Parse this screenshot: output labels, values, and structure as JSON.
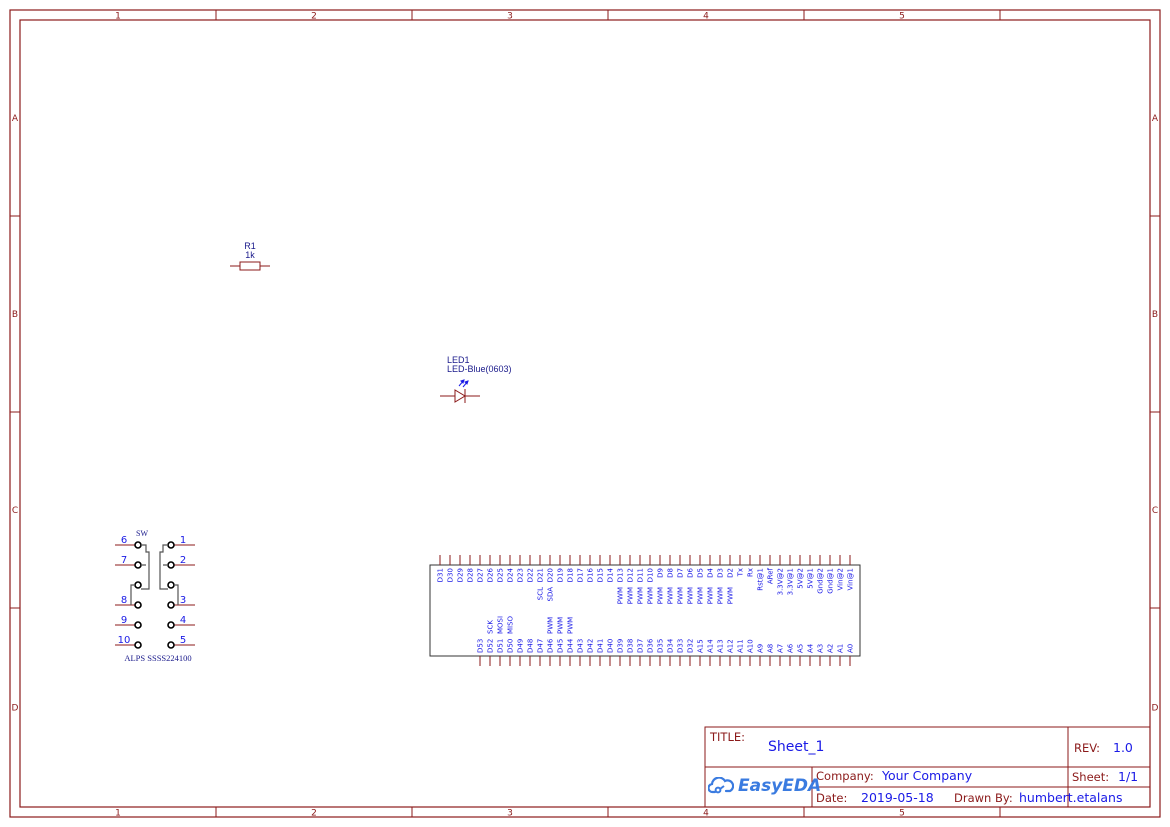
{
  "frame": {
    "border_color": "#8b1a1a",
    "column_labels": [
      "1",
      "2",
      "3",
      "4",
      "5"
    ],
    "row_labels": [
      "A",
      "B",
      "C",
      "D"
    ]
  },
  "components": {
    "resistor": {
      "designator": "R1",
      "value": "1k"
    },
    "led": {
      "designator": "LED1",
      "value": "LED-Blue(0603)"
    },
    "switch": {
      "designator": "SW",
      "part": "ALPS SSSS224100",
      "left_pins": [
        "6",
        "7",
        "8",
        "9",
        "10"
      ],
      "right_pins": [
        "1",
        "2",
        "3",
        "4",
        "5"
      ]
    },
    "header": {
      "top_pins": [
        "D31",
        "D30",
        "D29",
        "D28",
        "D27",
        "D26",
        "D25",
        "D24",
        "D23",
        "D22",
        "D21",
        "D20",
        "D19",
        "D18",
        "D17",
        "D16",
        "D15",
        "D14",
        "D13",
        "D12",
        "D11",
        "D10",
        "D9",
        "D8",
        "D7",
        "D6",
        "D5",
        "D4",
        "D3",
        "D2",
        "Tx",
        "Rx",
        "Rst@1",
        "ARef",
        "3.3V@2",
        "3.3V@1",
        "5V@2",
        "5V@1",
        "Gnd@2",
        "Gnd@1",
        "Vin@2",
        "Vin@1"
      ],
      "top_alt": {
        "D21": "SCL",
        "D20": "SDA",
        "D13": "PWM",
        "D12": "PWM",
        "D11": "PWM",
        "D10": "PWM",
        "D9": "PWM",
        "D8": "PWM",
        "D7": "PWM",
        "D6": "PWM",
        "D5": "PWM",
        "D4": "PWM",
        "D3": "PWM",
        "D2": "PWM"
      },
      "bottom_pins": [
        "D53",
        "D52",
        "D51",
        "D50",
        "D49",
        "D48",
        "D47",
        "D46",
        "D45",
        "D44",
        "D43",
        "D42",
        "D41",
        "D40",
        "D39",
        "D38",
        "D37",
        "D36",
        "D35",
        "D34",
        "D33",
        "D32",
        "A15",
        "A14",
        "A13",
        "A12",
        "A11",
        "A10",
        "A9",
        "A8",
        "A7",
        "A6",
        "A5",
        "A4",
        "A3",
        "A2",
        "A1",
        "A0"
      ],
      "bottom_alt": {
        "D52": "SCK",
        "D51": "MOSI",
        "D50": "MISO",
        "D46": "PWM",
        "D45": "PWM",
        "D44": "PWM"
      }
    }
  },
  "title_block": {
    "title_label": "TITLE:",
    "title_value": "Sheet_1",
    "rev_label": "REV:",
    "rev_value": "1.0",
    "company_label": "Company:",
    "company_value": "Your Company",
    "sheet_label": "Sheet:",
    "sheet_value": "1/1",
    "date_label": "Date:",
    "date_value": "2019-05-18",
    "drawn_label": "Drawn By:",
    "drawn_value": "humbert.etalans",
    "logo_text": "EasyEDA"
  }
}
